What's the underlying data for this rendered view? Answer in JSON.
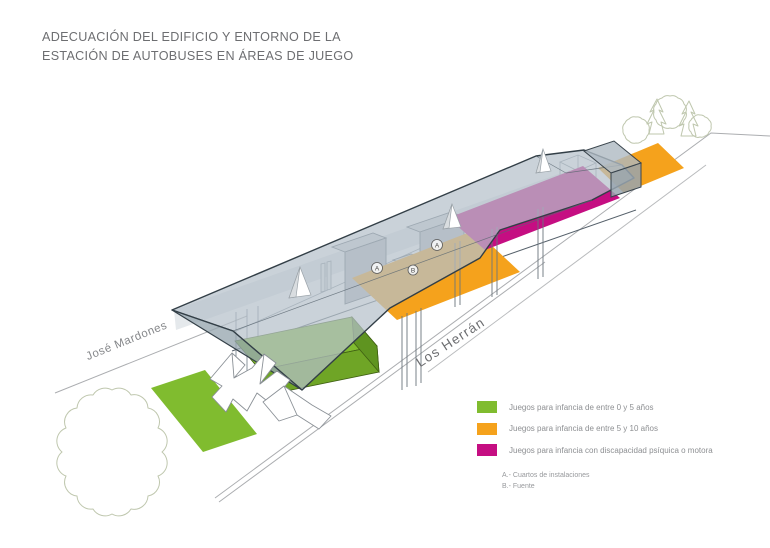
{
  "title": {
    "line1": "ADECUACIÓN DEL EDIFICIO Y ENTORNO DE LA",
    "line2": "ESTACIÓN DE AUTOBUSES EN ÁREAS DE JUEGO"
  },
  "streets": {
    "left_label": "José Mardones",
    "front_label": "Los Herrán"
  },
  "markers": {
    "a": "A",
    "b": "B"
  },
  "colors": {
    "green": "#80BC2F",
    "orange": "#F5A21C",
    "magenta": "#C50E82"
  },
  "legend": {
    "items": [
      {
        "id": "age-0-5",
        "color": "#80BC2F",
        "label": "Juegos para infancia de entre 0 y 5 años"
      },
      {
        "id": "age-5-10",
        "color": "#F5A21C",
        "label": "Juegos para infancia de entre 5 y 10 años"
      },
      {
        "id": "disability",
        "color": "#C50E82",
        "label": "Juegos para infancia con discapacidad psíquica o motora"
      }
    ],
    "notes": [
      "A.- Cuartos de instalaciones",
      "B.- Fuente"
    ]
  }
}
